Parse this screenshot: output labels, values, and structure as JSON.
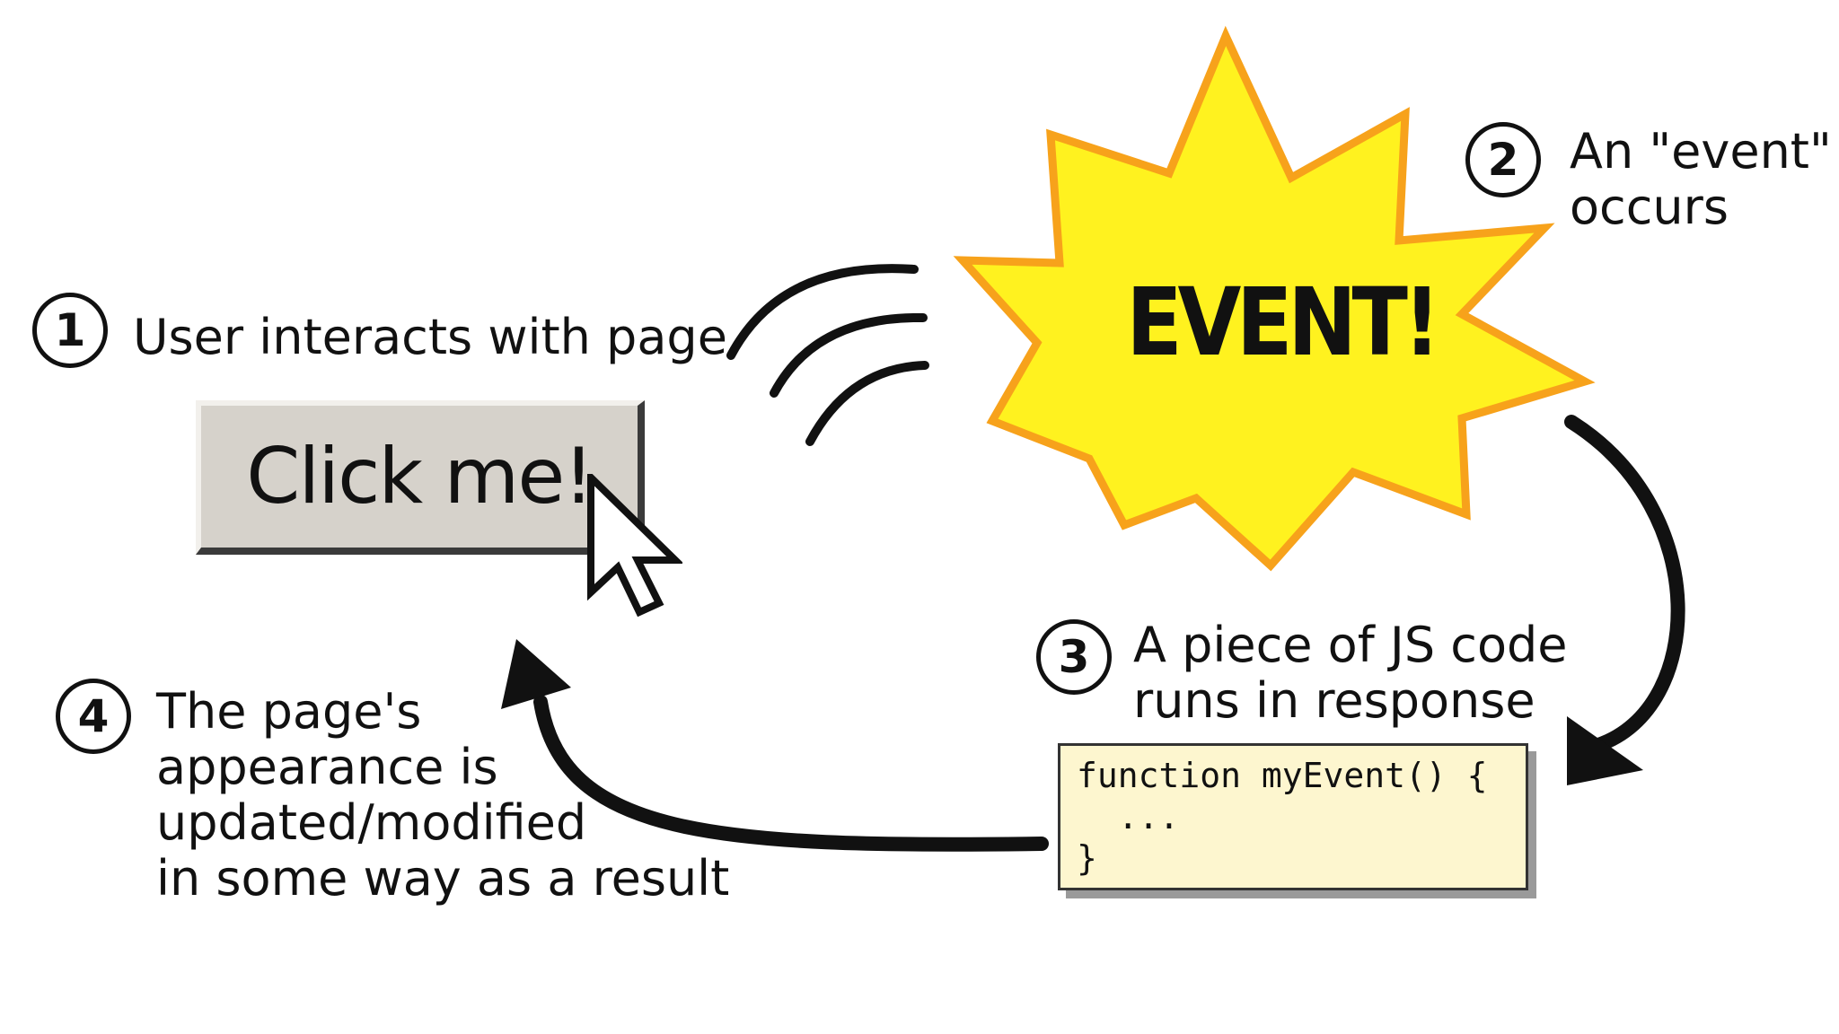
{
  "steps": [
    {
      "number": "1",
      "lines": [
        "User interacts with page"
      ]
    },
    {
      "number": "2",
      "lines": [
        "An \"event\"",
        "occurs"
      ]
    },
    {
      "number": "3",
      "lines": [
        "A piece of JS code",
        "runs in response"
      ]
    },
    {
      "number": "4",
      "lines": [
        "The page's",
        "appearance is",
        "updated/modified",
        "in some way as a result"
      ]
    }
  ],
  "button": {
    "label": "Click me!"
  },
  "event": {
    "label": "EVENT!"
  },
  "code": {
    "lines": [
      "function myEvent() {",
      "  ...",
      "}"
    ]
  },
  "icons": {
    "cursor": "arrow-cursor-icon",
    "burst": "starburst-icon",
    "signal": "signal-waves-icon",
    "arrows": [
      "curved-arrow-down-icon",
      "curved-arrow-left-icon"
    ]
  },
  "colors": {
    "burst_fill": "#fff21f",
    "burst_outline": "#f7a21b",
    "button_face": "#d6d2cb",
    "code_background": "#fdf6cf",
    "ink": "#111111"
  }
}
